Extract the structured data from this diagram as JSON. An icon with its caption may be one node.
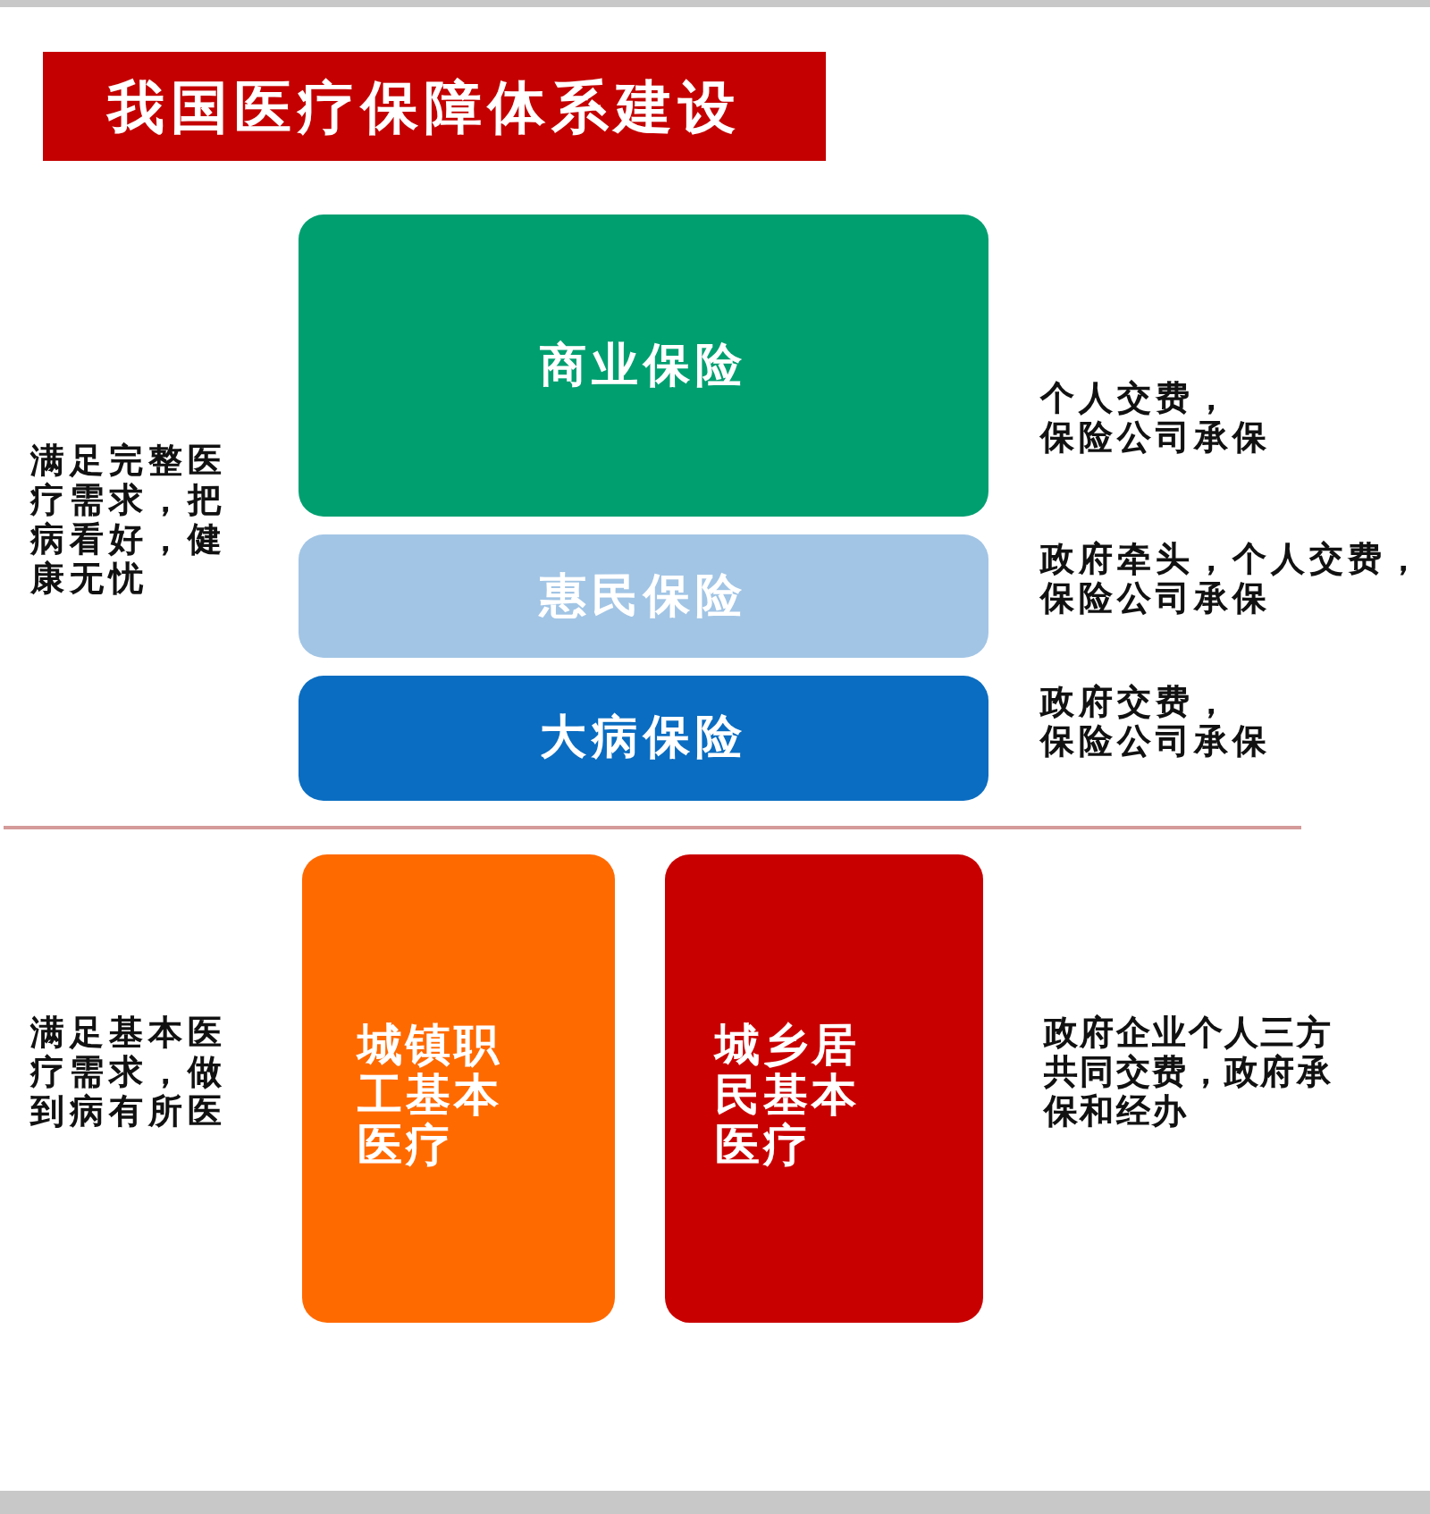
{
  "diagram": {
    "title": "我国医疗保障体系建设",
    "nodes": [
      {
        "text": [
          "商业保险"
        ],
        "beside": [
          "个人交费，保险公司承保"
        ]
      },
      {
        "text": [
          "惠民保险"
        ],
        "beside": [
          "政府牵头，个人交费，保险公司承保"
        ]
      },
      {
        "text": [
          "大病保险"
        ],
        "beside": [
          "政府交费，保险公司承保"
        ]
      },
      {
        "text": [
          "城镇职工基本医疗"
        ]
      },
      {
        "text": [
          "城乡居民基本医疗"
        ]
      }
    ],
    "labels": [
      "满足完整医疗需求，把病看好，健康无忧",
      "满足基本医疗需求，做到病有所医",
      "政府企业个人三方共同交费，政府承保和经办"
    ]
  }
}
